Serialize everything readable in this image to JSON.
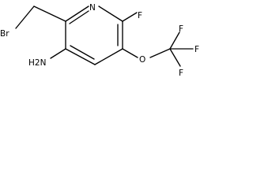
{
  "molecule": {
    "atoms": {
      "br": "Br",
      "n": "N",
      "f_ring": "F",
      "nh2": "H2N",
      "o": "O",
      "f_top": "F",
      "f_right": "F",
      "f_bottom": "F"
    },
    "bond_color": "#000000"
  }
}
